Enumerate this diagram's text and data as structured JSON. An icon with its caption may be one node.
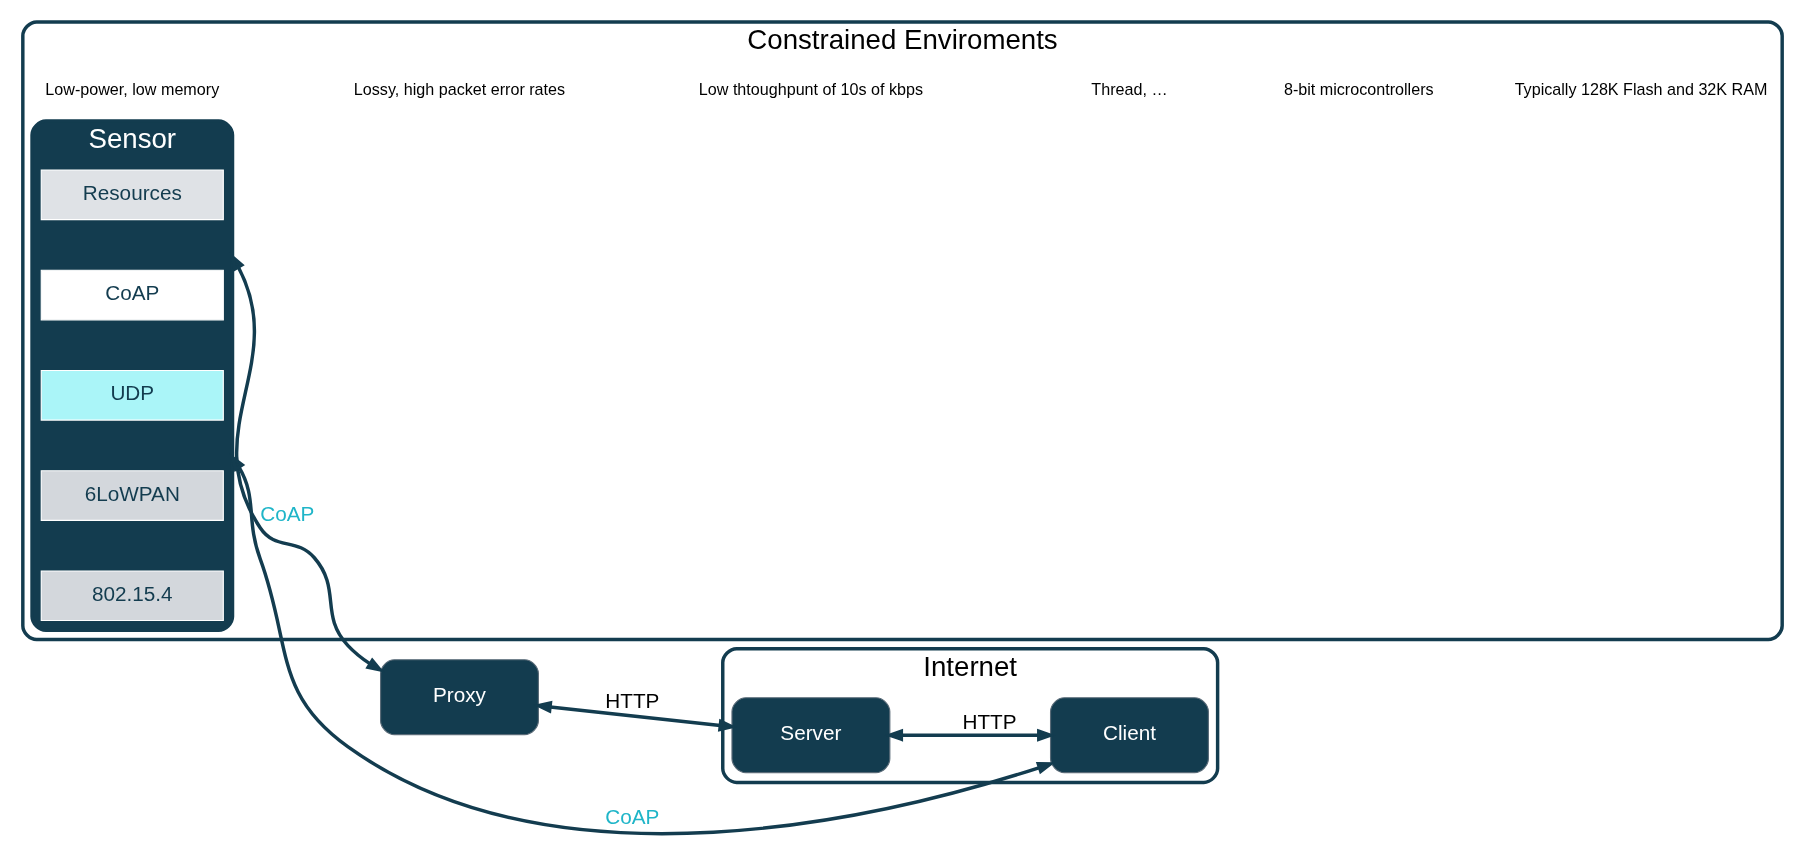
{
  "diagram": {
    "nodes": [
      {
        "text": [
          "Constrained Enviroments"
        ]
      },
      {
        "text": [
          "Internet"
        ]
      },
      {
        "text": [
          "Sensor"
        ],
        "in": 0
      },
      {
        "text": [
          "Resources"
        ],
        "in": 2
      },
      {
        "text": [
          "CoAP"
        ],
        "in": 2
      },
      {
        "text": [
          "UDP"
        ],
        "in": 2
      },
      {
        "text": [
          "6LoWPAN"
        ],
        "in": 2
      },
      {
        "text": [
          "802.15.4"
        ],
        "in": 2
      },
      {
        "text": [
          "Proxy"
        ]
      },
      {
        "text": [
          "Server"
        ],
        "in": 1
      },
      {
        "text": [
          "Client"
        ],
        "in": 1
      }
    ],
    "edges": [
      {
        "from": 2,
        "to": 8,
        "arrow": "both",
        "label": "CoAP"
      },
      {
        "from": 8,
        "to": 9,
        "arrow": "both",
        "label": "HTTP"
      },
      {
        "from": 9,
        "to": 10,
        "arrow": "both",
        "label": "HTTP"
      },
      {
        "from": 10,
        "to": 2,
        "arrow": "both",
        "label": "CoAP"
      }
    ],
    "labels": [
      "Low-power, low memory",
      "Lossy, high packet error rates",
      "Low thtoughpunt of 10s of kbps",
      "Thread, …",
      "8-bit microcontrollers",
      "Typically 128K Flash and 32K RAM"
    ]
  }
}
